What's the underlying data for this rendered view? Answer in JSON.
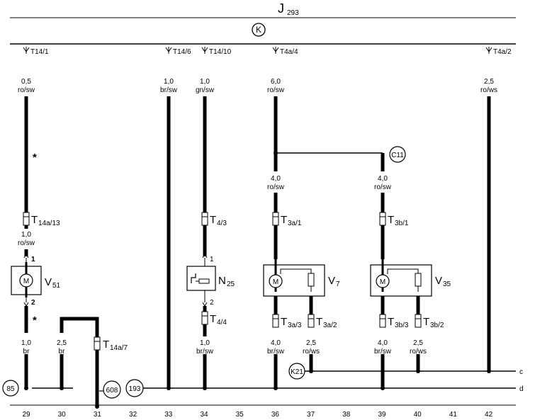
{
  "title": {
    "main": "J",
    "sub": "293"
  },
  "k_symbol": "K",
  "terminals": {
    "t14_1": "T14/1",
    "t14_6": "T14/6",
    "t14_10": "T14/10",
    "t4a_4": "T4a/4",
    "t4a_2": "T4a/2",
    "t14a_13": {
      "main": "T",
      "sub": "14a/13"
    },
    "t4_3": {
      "main": "T",
      "sub": "4/3"
    },
    "t3a_1": {
      "main": "T",
      "sub": "3a/1"
    },
    "t3b_1": {
      "main": "T",
      "sub": "3b/1"
    },
    "t14a_7": {
      "main": "T",
      "sub": "14a/7"
    },
    "t4_4": {
      "main": "T",
      "sub": "4/4"
    },
    "t3a_3": {
      "main": "T",
      "sub": "3a/3"
    },
    "t3a_2": {
      "main": "T",
      "sub": "3a/2"
    },
    "t3b_3": {
      "main": "T",
      "sub": "3b/3"
    },
    "t3b_2": {
      "main": "T",
      "sub": "3b/2"
    }
  },
  "wires": {
    "w29_top": {
      "size": "0,5",
      "color": "ro/sw"
    },
    "w29_mid": {
      "size": "1,0",
      "color": "ro/sw"
    },
    "w29_bot": {
      "size": "1,0",
      "color": "br"
    },
    "w30": {
      "size": "2,5",
      "color": "br"
    },
    "w33": {
      "size": "1,0",
      "color": "br/sw"
    },
    "w34_top": {
      "size": "1,0",
      "color": "gn/sw"
    },
    "w34_bot": {
      "size": "1,0",
      "color": "br/sw"
    },
    "w36_top": {
      "size": "6,0",
      "color": "ro/sw"
    },
    "w36_mid": {
      "size": "4,0",
      "color": "ro/sw"
    },
    "w36_bot": {
      "size": "4,0",
      "color": "br/sw"
    },
    "w37_bot": {
      "size": "2,5",
      "color": "ro/ws"
    },
    "w39_mid": {
      "size": "4,0",
      "color": "ro/sw"
    },
    "w39_bot": {
      "size": "4,0",
      "color": "br/sw"
    },
    "w40_bot": {
      "size": "2,5",
      "color": "ro/ws"
    },
    "w42": {
      "size": "2,5",
      "color": "ro/ws"
    }
  },
  "components": {
    "v51": {
      "main": "V",
      "sub": "51"
    },
    "n25": {
      "main": "N",
      "sub": "25"
    },
    "v7": {
      "main": "V",
      "sub": "7"
    },
    "v35": {
      "main": "V",
      "sub": "35"
    }
  },
  "motor_symbol": "M",
  "pins": {
    "one": "1",
    "two": "2"
  },
  "asterisk": "*",
  "connectors": {
    "c11": "C11",
    "k21": "K21",
    "c85": "85",
    "c608": "608",
    "c193": "193"
  },
  "bus_labels": {
    "c": "c",
    "d": "d"
  },
  "tracks": [
    "29",
    "30",
    "31",
    "32",
    "33",
    "34",
    "35",
    "36",
    "37",
    "38",
    "39",
    "40",
    "41",
    "42"
  ]
}
